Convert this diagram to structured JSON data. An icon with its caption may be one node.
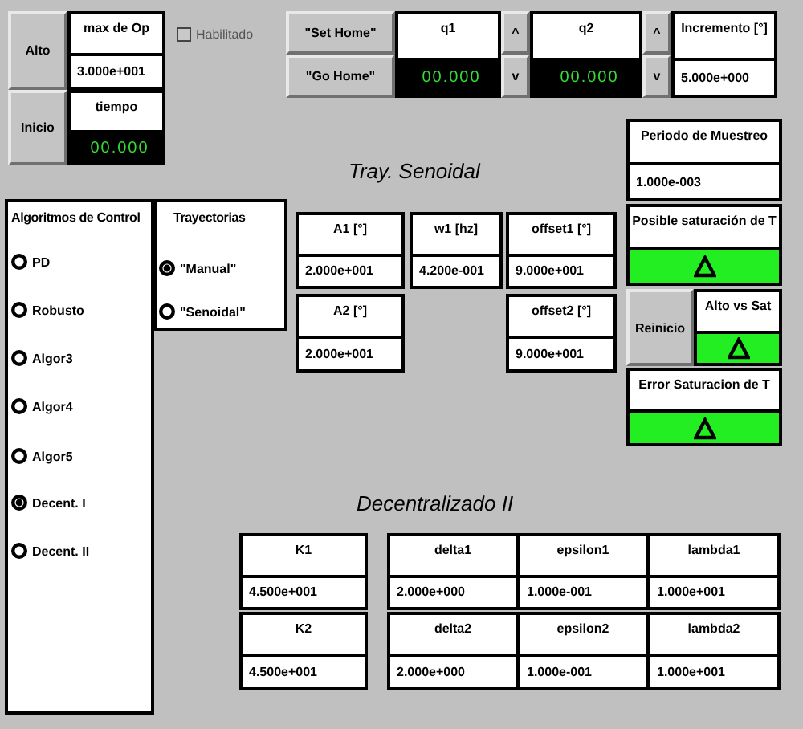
{
  "diagram": {
    "nodes": [
      {
        "text": [
          "Alto"
        ]
      },
      {
        "text": [
          "max de Op",
          "3.000e+001"
        ]
      },
      {
        "text": [
          "Inicio"
        ]
      },
      {
        "text": [
          "tiempo",
          "00.000"
        ]
      },
      {
        "text": [
          "Habilitado"
        ]
      },
      {
        "text": [
          "\"Set Home\""
        ]
      },
      {
        "text": [
          "\"Go Home\""
        ]
      },
      {
        "text": [
          "q1",
          "00.000"
        ]
      },
      {
        "text": [
          "^"
        ]
      },
      {
        "text": [
          "v"
        ]
      },
      {
        "text": [
          "q2",
          "00.000"
        ]
      },
      {
        "text": [
          "^"
        ]
      },
      {
        "text": [
          "v"
        ]
      },
      {
        "text": [
          "Incremento [°]",
          "5.000e+000"
        ]
      },
      {
        "text": [
          "Periodo de Muestreo",
          "1.000e-003"
        ]
      },
      {
        "text": [
          "Posible saturación de T"
        ]
      },
      {
        "text": [
          "Reinicio"
        ]
      },
      {
        "text": [
          "Alto vs Sat"
        ]
      },
      {
        "text": [
          "Error Saturacion de T"
        ]
      },
      {
        "text": [
          "Algoritmos de Control"
        ]
      },
      {
        "text": [
          "PD"
        ],
        "in": 19
      },
      {
        "text": [
          "Robusto"
        ],
        "in": 19
      },
      {
        "text": [
          "Algor3"
        ],
        "in": 19
      },
      {
        "text": [
          "Algor4"
        ],
        "in": 19
      },
      {
        "text": [
          "Algor5"
        ],
        "in": 19
      },
      {
        "text": [
          "Decent. I"
        ],
        "in": 19
      },
      {
        "text": [
          "Decent. II"
        ],
        "in": 19
      },
      {
        "text": [
          "Trayectorias"
        ]
      },
      {
        "text": [
          "\"Manual\""
        ],
        "in": 27
      },
      {
        "text": [
          "\"Senoidal\""
        ],
        "in": 27
      },
      {
        "text": [
          "A1 [°]",
          "2.000e+001"
        ]
      },
      {
        "text": [
          "w1 [hz]",
          "4.200e-001"
        ]
      },
      {
        "text": [
          "offset1 [°]",
          "9.000e+001"
        ]
      },
      {
        "text": [
          "A2 [°]",
          "2.000e+001"
        ]
      },
      {
        "text": [
          "offset2 [°]",
          "9.000e+001"
        ]
      },
      {
        "text": [
          "K1",
          "4.500e+001"
        ]
      },
      {
        "text": [
          "K2",
          "4.500e+001"
        ]
      },
      {
        "text": [
          "delta1",
          "2.000e+000"
        ]
      },
      {
        "text": [
          "epsilon1",
          "1.000e-001"
        ]
      },
      {
        "text": [
          "lambda1",
          "1.000e+001"
        ]
      },
      {
        "text": [
          "delta2",
          "2.000e+000"
        ]
      },
      {
        "text": [
          "epsilon2",
          "1.000e-001"
        ]
      },
      {
        "text": [
          "lambda2",
          "1.000e+001"
        ]
      }
    ],
    "labels": [
      "Tray. Senoidal",
      "Decentralizado II"
    ]
  }
}
